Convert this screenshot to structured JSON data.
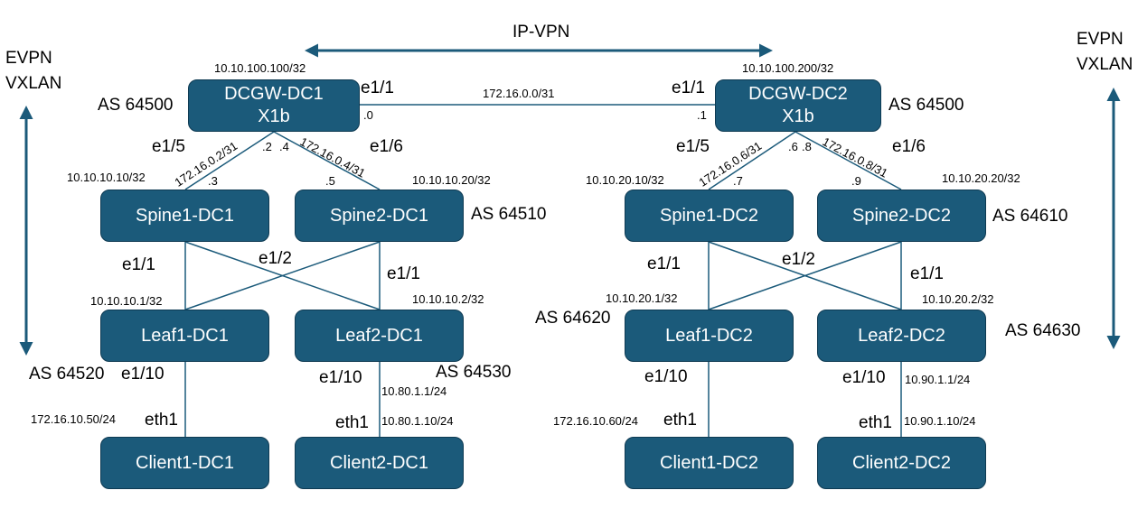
{
  "colors": {
    "node_fill": "#1b5a7a",
    "node_border": "#0e3a52",
    "link": "#1b5a7a",
    "node_text": "#ffffff"
  },
  "labels": {
    "evpn": "EVPN",
    "vxlan": "VXLAN",
    "ip_vpn": "IP-VPN",
    "dci_subnet": "172.16.0.0/31"
  },
  "dc1": {
    "dcgw": {
      "name": "DCGW-DC1",
      "model": "X1b",
      "loopback": "10.10.100.100/32",
      "as": "AS 64500",
      "dci_if": "e1/1",
      "dci_ip": ".0",
      "if_spine1": "e1/5",
      "if_spine2": "e1/6",
      "ip_to_spine1": ".2",
      "ip_to_spine2": ".4"
    },
    "link_gw_spine1": {
      "subnet": "172.16.0.2/31",
      "spine_ip": ".3"
    },
    "link_gw_spine2": {
      "subnet": "172.16.0.4/31",
      "spine_ip": ".5"
    },
    "spine1": {
      "name": "Spine1-DC1",
      "loopback": "10.10.10.10/32"
    },
    "spine2": {
      "name": "Spine2-DC1",
      "loopback": "10.10.10.20/32",
      "as": "AS 64510"
    },
    "leaf1": {
      "name": "Leaf1-DC1",
      "loopback": "10.10.10.1/32",
      "as": "AS 64520",
      "if_up": "e1/1",
      "if_cross": "e1/2",
      "if_client": "e1/10"
    },
    "leaf2": {
      "name": "Leaf2-DC1",
      "loopback": "10.10.10.2/32",
      "as": "AS 64530",
      "if_up": "e1/1",
      "if_client": "e1/10",
      "client_gw": "10.80.1.1/24"
    },
    "client1": {
      "name": "Client1-DC1",
      "if": "eth1",
      "ip": "172.16.10.50/24"
    },
    "client2": {
      "name": "Client2-DC1",
      "if": "eth1",
      "ip": "10.80.1.10/24"
    }
  },
  "dc2": {
    "dcgw": {
      "name": "DCGW-DC2",
      "model": "X1b",
      "loopback": "10.10.100.200/32",
      "as": "AS 64500",
      "dci_if": "e1/1",
      "dci_ip": ".1",
      "if_spine1": "e1/5",
      "if_spine2": "e1/6",
      "ip_to_spine1": ".6",
      "ip_to_spine2": ".8"
    },
    "link_gw_spine1": {
      "subnet": "172.16.0.6/31",
      "spine_ip": ".7"
    },
    "link_gw_spine2": {
      "subnet": "172.16.0.8/31",
      "spine_ip": ".9"
    },
    "spine1": {
      "name": "Spine1-DC2",
      "loopback": "10.10.20.10/32"
    },
    "spine2": {
      "name": "Spine2-DC2",
      "loopback": "10.10.20.20/32",
      "as": "AS 64610"
    },
    "leaf1": {
      "name": "Leaf1-DC2",
      "loopback": "10.10.20.1/32",
      "as": "AS 64620",
      "if_up": "e1/1",
      "if_cross": "e1/2",
      "if_client": "e1/10"
    },
    "leaf2": {
      "name": "Leaf2-DC2",
      "loopback": "10.10.20.2/32",
      "as": "AS 64630",
      "if_up": "e1/1",
      "if_client": "e1/10",
      "client_gw": "10.90.1.1/24"
    },
    "client1": {
      "name": "Client1-DC2",
      "if": "eth1",
      "ip": "172.16.10.60/24"
    },
    "client2": {
      "name": "Client2-DC2",
      "if": "eth1",
      "ip": "10.90.1.10/24"
    }
  }
}
